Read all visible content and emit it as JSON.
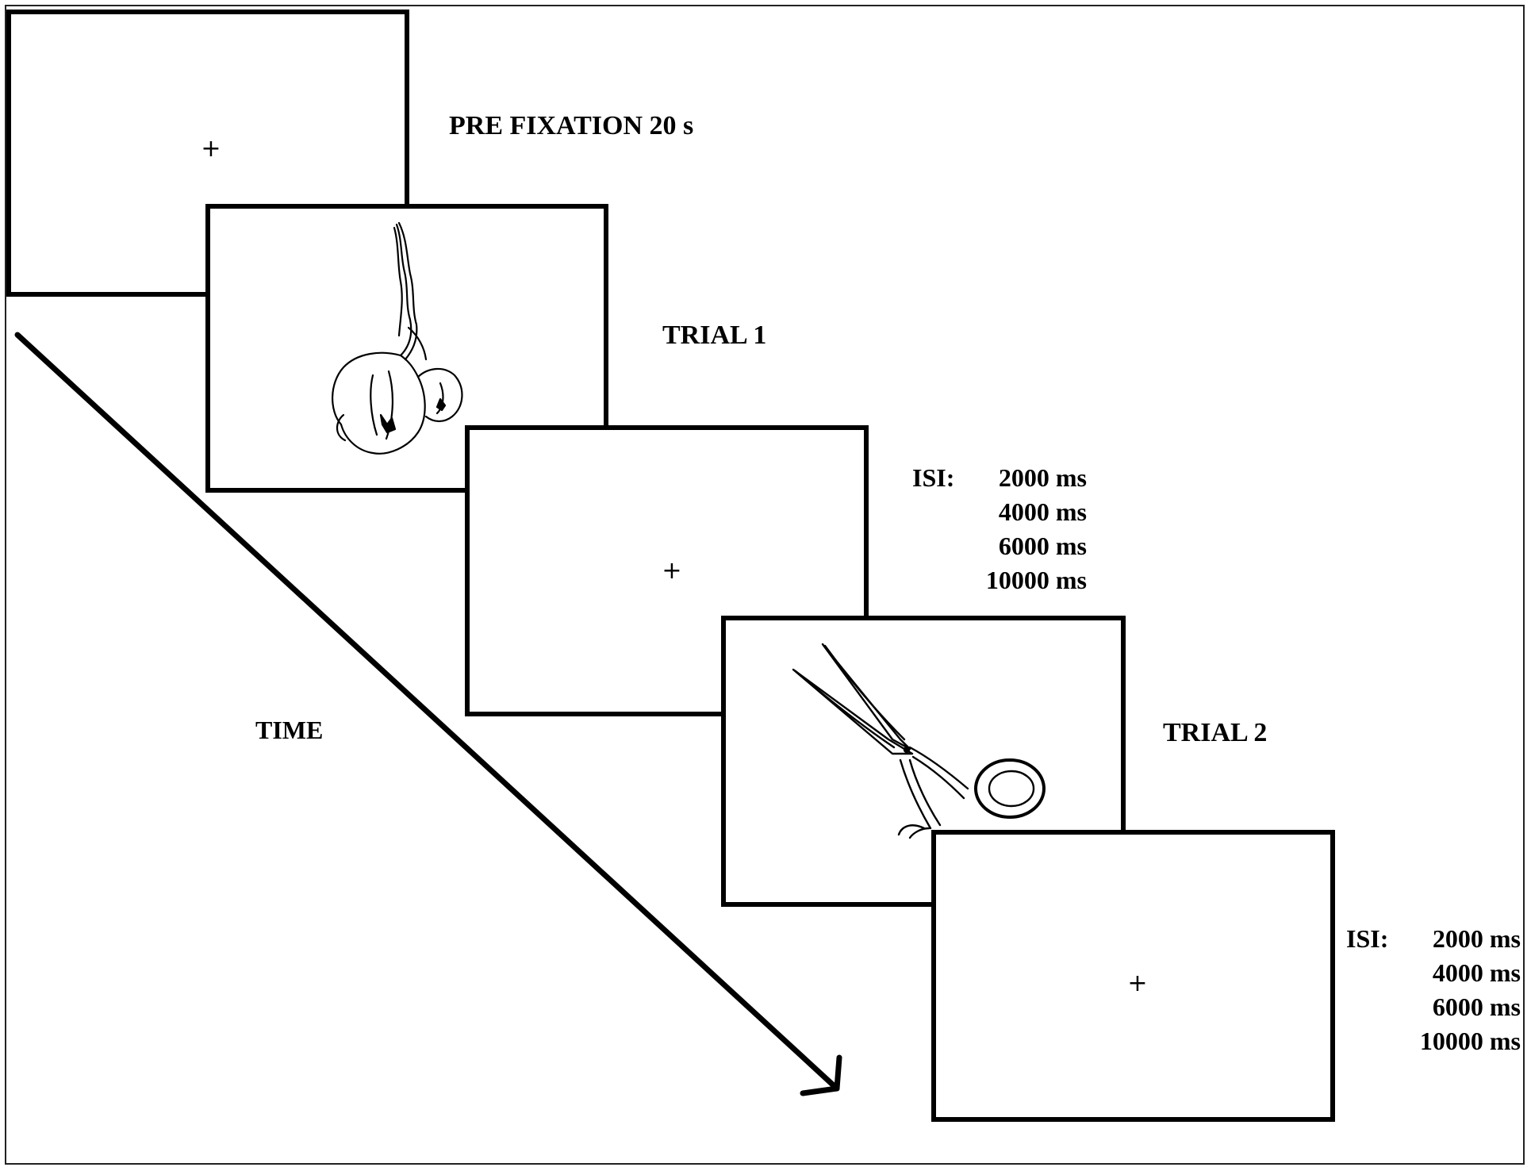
{
  "pre_fixation": {
    "label": "PRE FIXATION 20 s",
    "fixation": "+"
  },
  "trial1": {
    "label": "TRIAL 1",
    "image_icon": "garlic-icon"
  },
  "isi1": {
    "prefix": "ISI:",
    "values": [
      "2000 ms",
      "4000 ms",
      "6000 ms",
      "10000 ms"
    ],
    "fixation": "+"
  },
  "trial2": {
    "label": "TRIAL 2",
    "image_icon": "scissors-icon"
  },
  "isi2": {
    "prefix": "ISI:",
    "values": [
      "2000 ms",
      "4000 ms",
      "6000 ms",
      "10000 ms"
    ],
    "fixation": "+"
  },
  "time_label": "TIME"
}
